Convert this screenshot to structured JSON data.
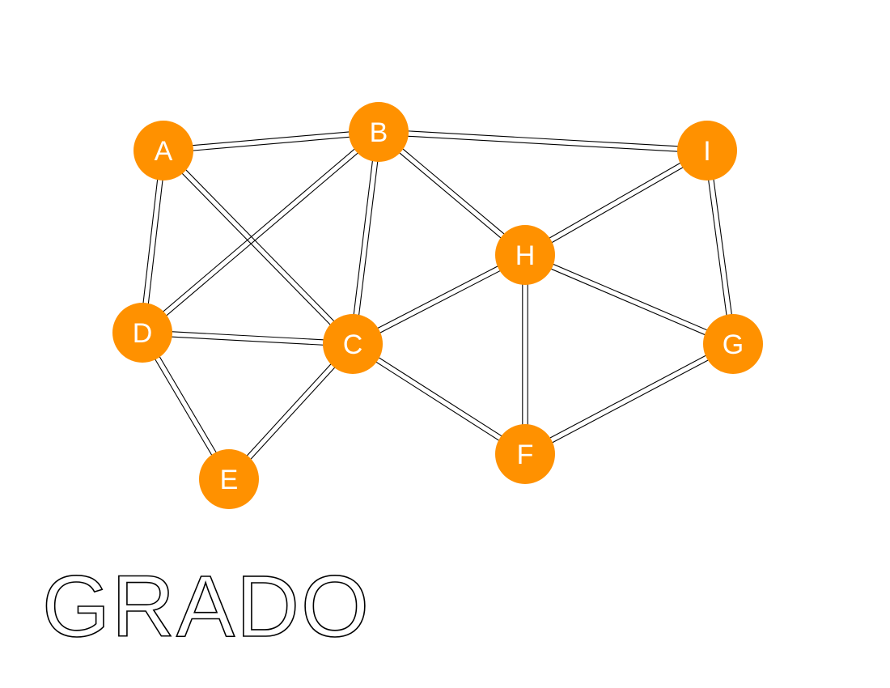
{
  "graph": {
    "node_color": "#ff9100",
    "node_label_color": "#ffffff",
    "edge_style": "double-line",
    "nodes": [
      {
        "id": "A",
        "label": "A"
      },
      {
        "id": "B",
        "label": "B"
      },
      {
        "id": "I",
        "label": "I"
      },
      {
        "id": "H",
        "label": "H"
      },
      {
        "id": "D",
        "label": "D"
      },
      {
        "id": "C",
        "label": "C"
      },
      {
        "id": "G",
        "label": "G"
      },
      {
        "id": "F",
        "label": "F"
      },
      {
        "id": "E",
        "label": "E"
      }
    ],
    "edges": [
      [
        "A",
        "B"
      ],
      [
        "B",
        "I"
      ],
      [
        "A",
        "D"
      ],
      [
        "A",
        "C"
      ],
      [
        "B",
        "D"
      ],
      [
        "B",
        "C"
      ],
      [
        "B",
        "H"
      ],
      [
        "I",
        "H"
      ],
      [
        "I",
        "G"
      ],
      [
        "D",
        "C"
      ],
      [
        "D",
        "E"
      ],
      [
        "C",
        "E"
      ],
      [
        "C",
        "H"
      ],
      [
        "C",
        "F"
      ],
      [
        "H",
        "F"
      ],
      [
        "H",
        "G"
      ],
      [
        "G",
        "F"
      ]
    ]
  },
  "title": {
    "text": "GRADO"
  }
}
